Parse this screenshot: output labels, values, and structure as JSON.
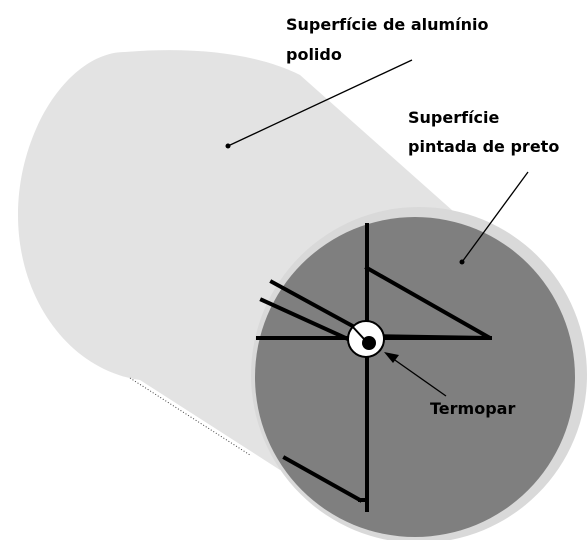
{
  "labels": {
    "aluminum_line1": "Superfície de alumínio",
    "aluminum_line2": "polido",
    "black_line1": "Superfície",
    "black_line2": "pintada de preto",
    "thermocouple": "Termopar"
  },
  "colors": {
    "aluminum_surface": "#e3e3e3",
    "black_painted_face": "#7f7f7f",
    "face_rim": "#d9d9d9",
    "wires": "#000000",
    "thermocouple_ring": "#ffffff"
  }
}
